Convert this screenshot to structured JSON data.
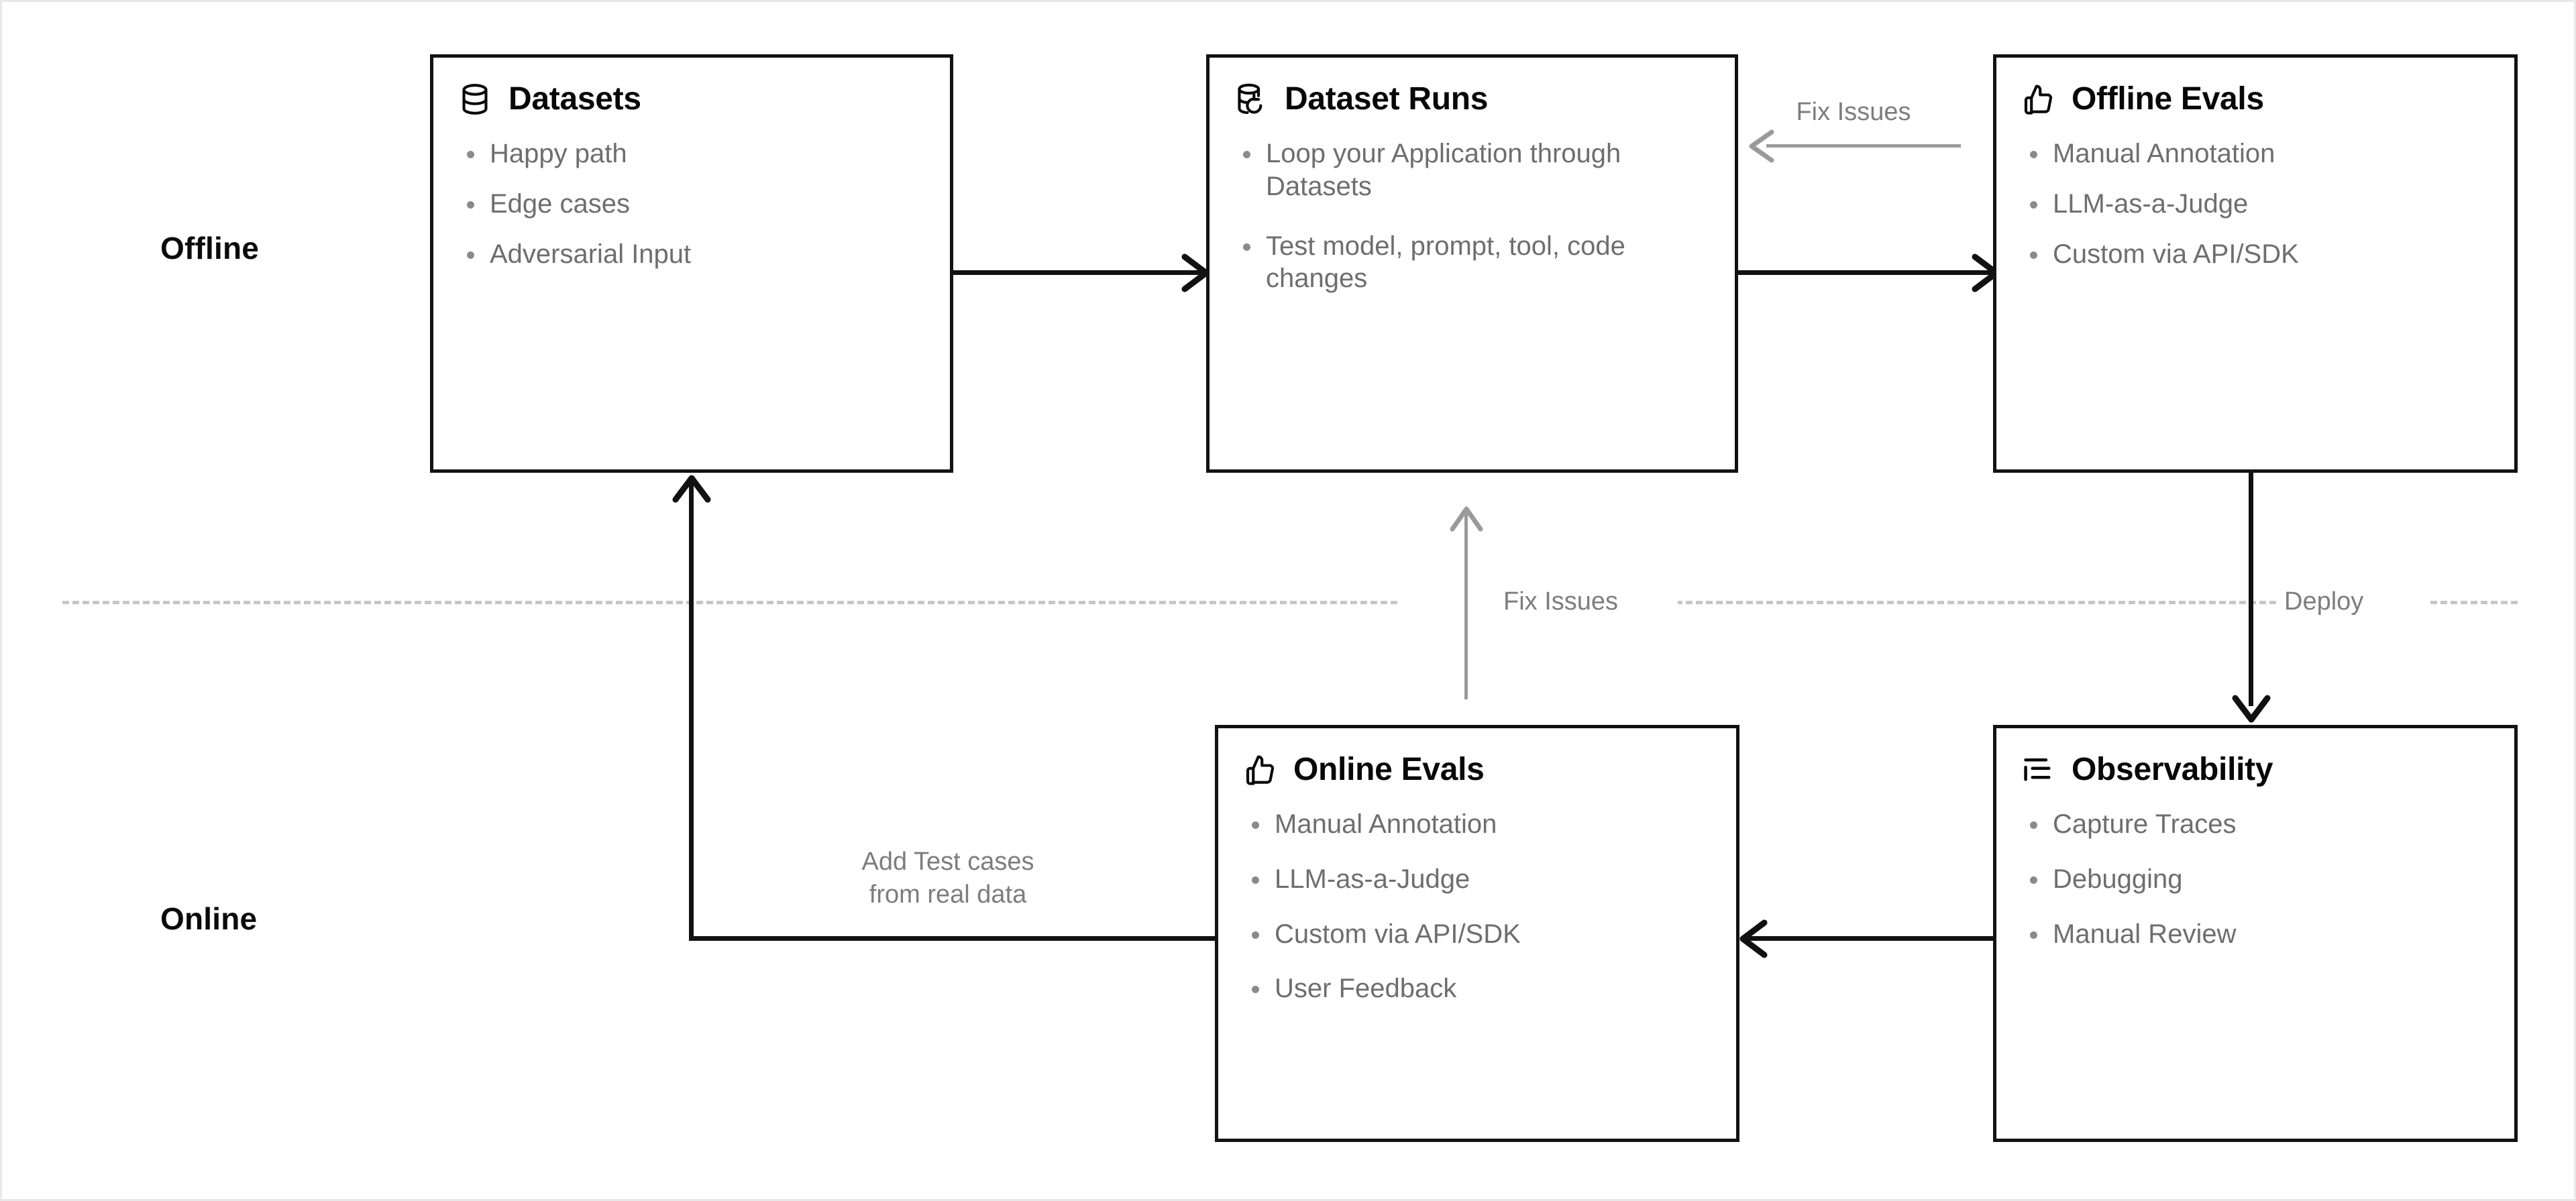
{
  "diagram": {
    "title_semantic": "llm-application-evaluation-lifecycle",
    "background_color": "#ffffff",
    "node_border_color": "#121212",
    "bullet_text_color": "#6e6e6e",
    "edge_label_color": "#7d7d7d",
    "divider_color": "#c6c6c6",
    "gray_arrow_color": "#9a9a9a",
    "black_arrow_color": "#111111"
  },
  "sections": [
    {
      "id": "offline",
      "label": "Offline"
    },
    {
      "id": "online",
      "label": "Online"
    }
  ],
  "nodes": [
    {
      "id": "datasets",
      "title": "Datasets",
      "icon": "database-icon",
      "bullets": [
        "Happy path",
        "Edge cases",
        "Adversarial Input"
      ]
    },
    {
      "id": "dataset-runs",
      "title": "Dataset Runs",
      "icon": "database-refresh-icon",
      "bullets": [
        "Loop your Application through Datasets",
        "Test model, prompt, tool, code changes"
      ]
    },
    {
      "id": "offline-evals",
      "title": "Offline Evals",
      "icon": "thumbs-up-icon",
      "bullets": [
        "Manual Annotation",
        "LLM-as-a-Judge",
        "Custom via API/SDK"
      ]
    },
    {
      "id": "online-evals",
      "title": "Online Evals",
      "icon": "thumbs-up-icon",
      "bullets": [
        "Manual Annotation",
        "LLM-as-a-Judge",
        "Custom via API/SDK",
        "User Feedback"
      ]
    },
    {
      "id": "observability",
      "title": "Observability",
      "icon": "list-tree-icon",
      "bullets": [
        "Capture Traces",
        "Debugging",
        "Manual Review"
      ]
    }
  ],
  "edges": [
    {
      "id": "datasets-to-runs",
      "label": "",
      "style": "solid-black",
      "direction": "right"
    },
    {
      "id": "runs-to-offline-evals",
      "label": "",
      "style": "solid-black",
      "direction": "right"
    },
    {
      "id": "offline-evals-to-runs",
      "label": "Fix Issues",
      "style": "solid-gray",
      "direction": "left"
    },
    {
      "id": "offline-evals-to-observability",
      "label": "Deploy",
      "style": "solid-black",
      "direction": "down"
    },
    {
      "id": "observability-to-online-evals",
      "label": "",
      "style": "solid-black",
      "direction": "left"
    },
    {
      "id": "online-evals-to-datasets",
      "label_line1": "Add Test cases",
      "label_line2": "from real data",
      "style": "solid-black",
      "direction": "up"
    },
    {
      "id": "online-evals-to-dataset-runs",
      "label": "Fix Issues",
      "style": "solid-gray",
      "direction": "up"
    }
  ],
  "labels": {
    "fix_issues_top": "Fix Issues",
    "fix_issues_middle": "Fix Issues",
    "deploy": "Deploy",
    "add_test_cases_line1": "Add Test cases",
    "add_test_cases_line2": "from real data"
  }
}
